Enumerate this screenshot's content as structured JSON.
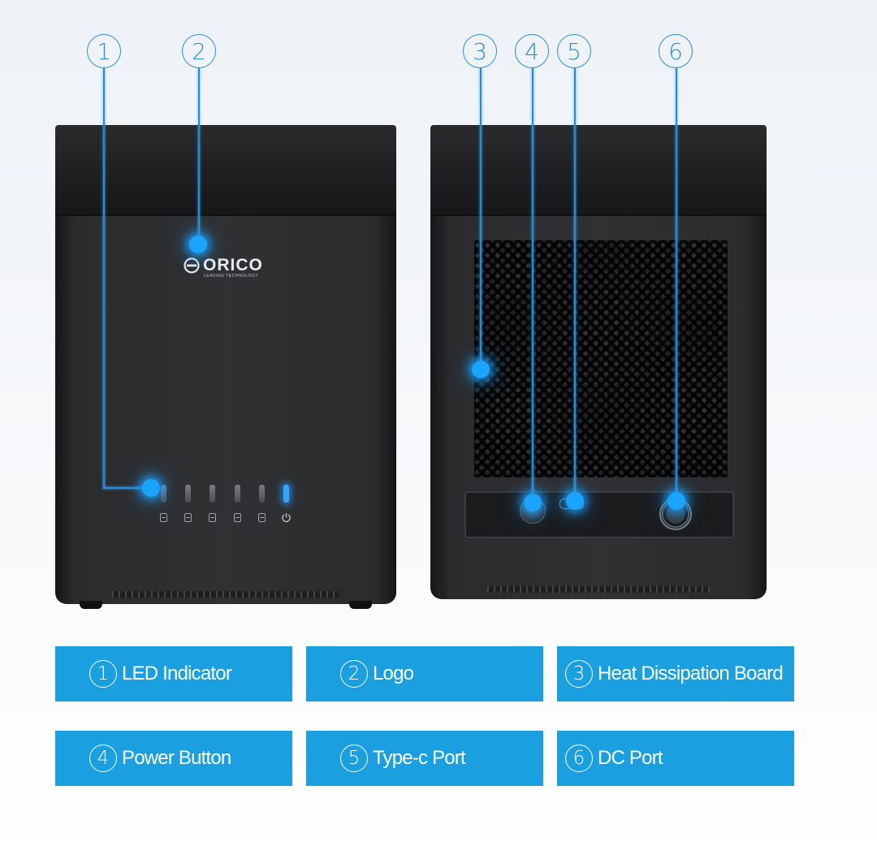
{
  "callouts": [
    "1",
    "2",
    "3",
    "4",
    "5",
    "6"
  ],
  "logo": {
    "brand": "ORICO",
    "tagline": "LEADING TECHNOLOGY"
  },
  "legend": [
    {
      "num": "1",
      "label": "LED Indicator"
    },
    {
      "num": "2",
      "label": "Logo"
    },
    {
      "num": "3",
      "label": "Heat Dissipation Board"
    },
    {
      "num": "4",
      "label": "Power Button"
    },
    {
      "num": "5",
      "label": "Type-c Port"
    },
    {
      "num": "6",
      "label": "DC Port"
    }
  ],
  "colors": {
    "accent": "#1a9fe0",
    "glow": "#1aa3ff",
    "device": "#2a2b2d"
  },
  "icons": [
    "drive-bay-icon",
    "power-icon"
  ]
}
